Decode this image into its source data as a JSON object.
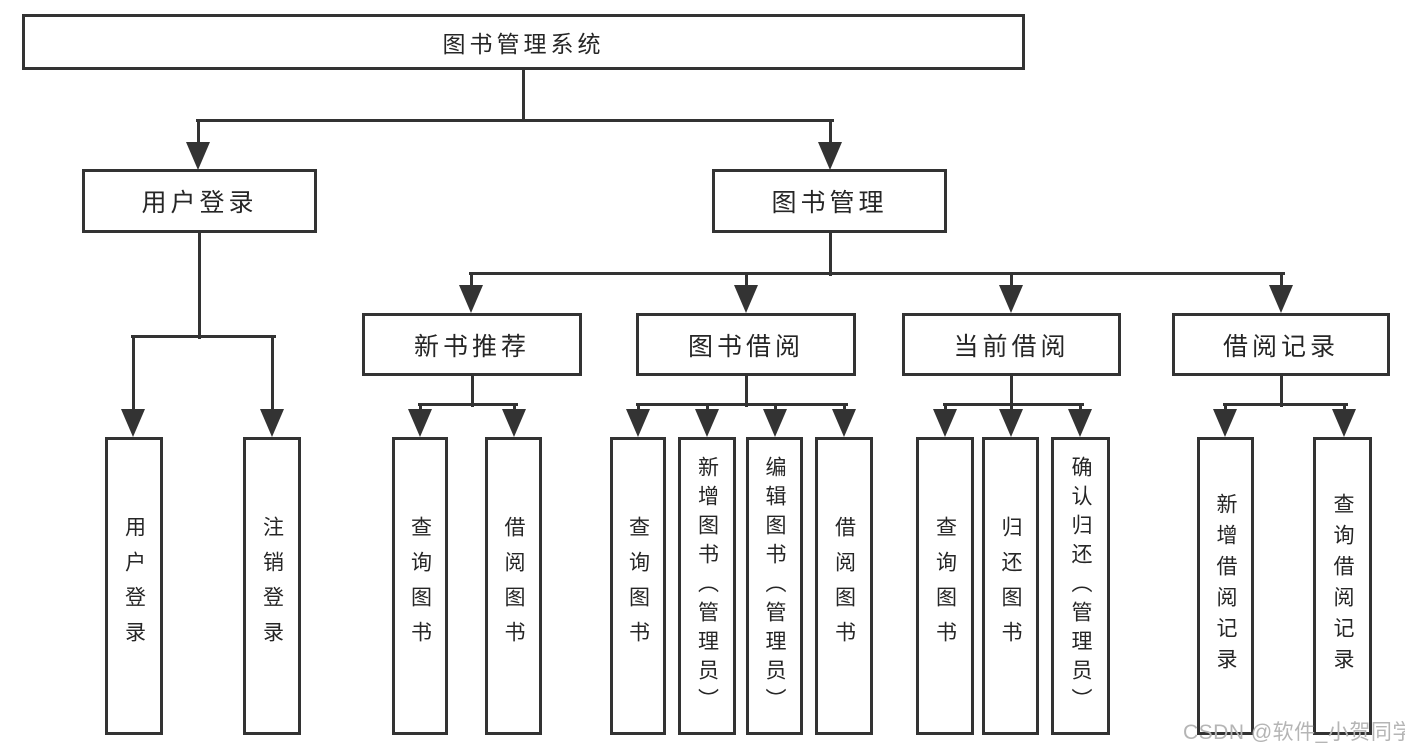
{
  "diagram": {
    "title": "图书管理系统",
    "nodes": [
      {
        "id": "root",
        "label": "图书管理系统",
        "level": 1
      },
      {
        "id": "l2-user-login",
        "label": "用户登录",
        "level": 2
      },
      {
        "id": "l2-book-mgmt",
        "label": "图书管理",
        "level": 2
      },
      {
        "id": "l3-new-book-rec",
        "label": "新书推荐",
        "level": 3,
        "parent": "l2-book-mgmt"
      },
      {
        "id": "l3-book-borrow",
        "label": "图书借阅",
        "level": 3,
        "parent": "l2-book-mgmt"
      },
      {
        "id": "l3-current-borrow",
        "label": "当前借阅",
        "level": 3,
        "parent": "l2-book-mgmt"
      },
      {
        "id": "l3-borrow-records",
        "label": "借阅记录",
        "level": 3,
        "parent": "l2-book-mgmt"
      },
      {
        "id": "leaf-user-login",
        "label": "用户登录",
        "level": 4,
        "parent": "l2-user-login"
      },
      {
        "id": "leaf-logout",
        "label": "注销登录",
        "level": 4,
        "parent": "l2-user-login"
      },
      {
        "id": "leaf-rec-query-books",
        "label": "查询图书",
        "level": 4,
        "parent": "l3-new-book-rec"
      },
      {
        "id": "leaf-rec-borrow-books",
        "label": "借阅图书",
        "level": 4,
        "parent": "l3-new-book-rec"
      },
      {
        "id": "leaf-bor-query-books",
        "label": "查询图书",
        "level": 4,
        "parent": "l3-book-borrow"
      },
      {
        "id": "leaf-bor-add-books",
        "label": "新增图书（管理员）",
        "level": 4,
        "parent": "l3-book-borrow"
      },
      {
        "id": "leaf-bor-edit-books",
        "label": "编辑图书（管理员）",
        "level": 4,
        "parent": "l3-book-borrow"
      },
      {
        "id": "leaf-bor-borrow-books",
        "label": "借阅图书",
        "level": 4,
        "parent": "l3-book-borrow"
      },
      {
        "id": "leaf-cur-query-books",
        "label": "查询图书",
        "level": 4,
        "parent": "l3-current-borrow"
      },
      {
        "id": "leaf-cur-return-books",
        "label": "归还图书",
        "level": 4,
        "parent": "l3-current-borrow"
      },
      {
        "id": "leaf-cur-confirm-return",
        "label": "确认归还（管理员）",
        "level": 4,
        "parent": "l3-current-borrow"
      },
      {
        "id": "leaf-rec2-add-record",
        "label": "新增借阅记录",
        "level": 4,
        "parent": "l3-borrow-records"
      },
      {
        "id": "leaf-rec2-query-record",
        "label": "查询借阅记录",
        "level": 4,
        "parent": "l3-borrow-records"
      }
    ]
  },
  "watermark": {
    "text": "CSDN @软件_小贺同学"
  },
  "colors": {
    "line": "#333333",
    "box_fill": "#ffffff",
    "text": "#262626",
    "watermark": "#b5b5b5",
    "background": "#ffffff"
  }
}
